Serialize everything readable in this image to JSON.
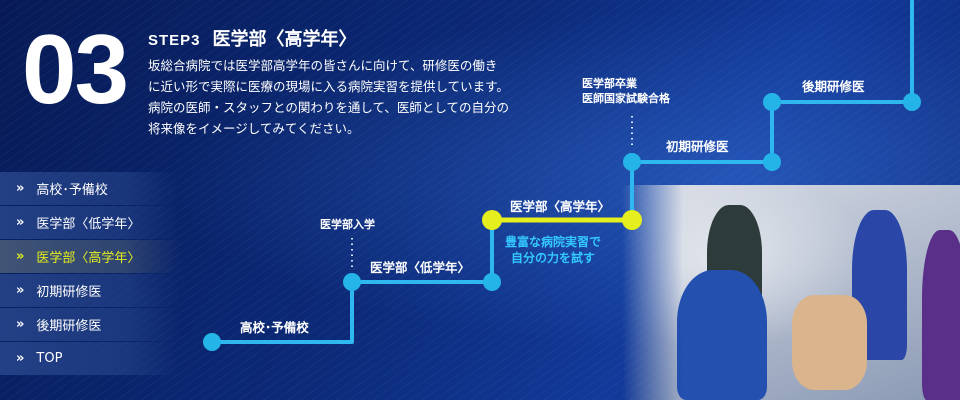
{
  "step": {
    "number": "03",
    "label": "STEP3",
    "title": "医学部〈高学年〉",
    "description": [
      "坂総合病院では医学部高学年の皆さんに向けて、研修医の働き",
      "に近い形で実際に医療の現場に入る病院実習を提供しています。",
      "病院の医師・スタッフとの関わりを通して、医師としての自分の",
      "将来像をイメージしてみてください。"
    ]
  },
  "nav": {
    "items": [
      {
        "label": "高校･予備校",
        "active": false
      },
      {
        "label": "医学部〈低学年〉",
        "active": false
      },
      {
        "label": "医学部〈高学年〉",
        "active": true
      },
      {
        "label": "初期研修医",
        "active": false
      },
      {
        "label": "後期研修医",
        "active": false
      },
      {
        "label": "TOP",
        "active": false
      }
    ],
    "chevron": "»"
  },
  "path": {
    "stages": {
      "highschool": "高校･予備校",
      "med_lower": "医学部〈低学年〉",
      "med_upper": "医学部〈高学年〉",
      "initial_resident": "初期研修医",
      "late_resident": "後期研修医"
    },
    "milestones": {
      "admission": "医学部入学",
      "graduation_line1": "医学部卒業",
      "graduation_line2": "医師国家試験合格"
    },
    "highlight_line1": "豊富な病院実習で",
    "highlight_line2": "自分の力を試す"
  },
  "colors": {
    "line": "#2fb7ef",
    "node": "#25b4e8",
    "active": "#e6ef1e",
    "highlight_text": "#33c8ff"
  }
}
